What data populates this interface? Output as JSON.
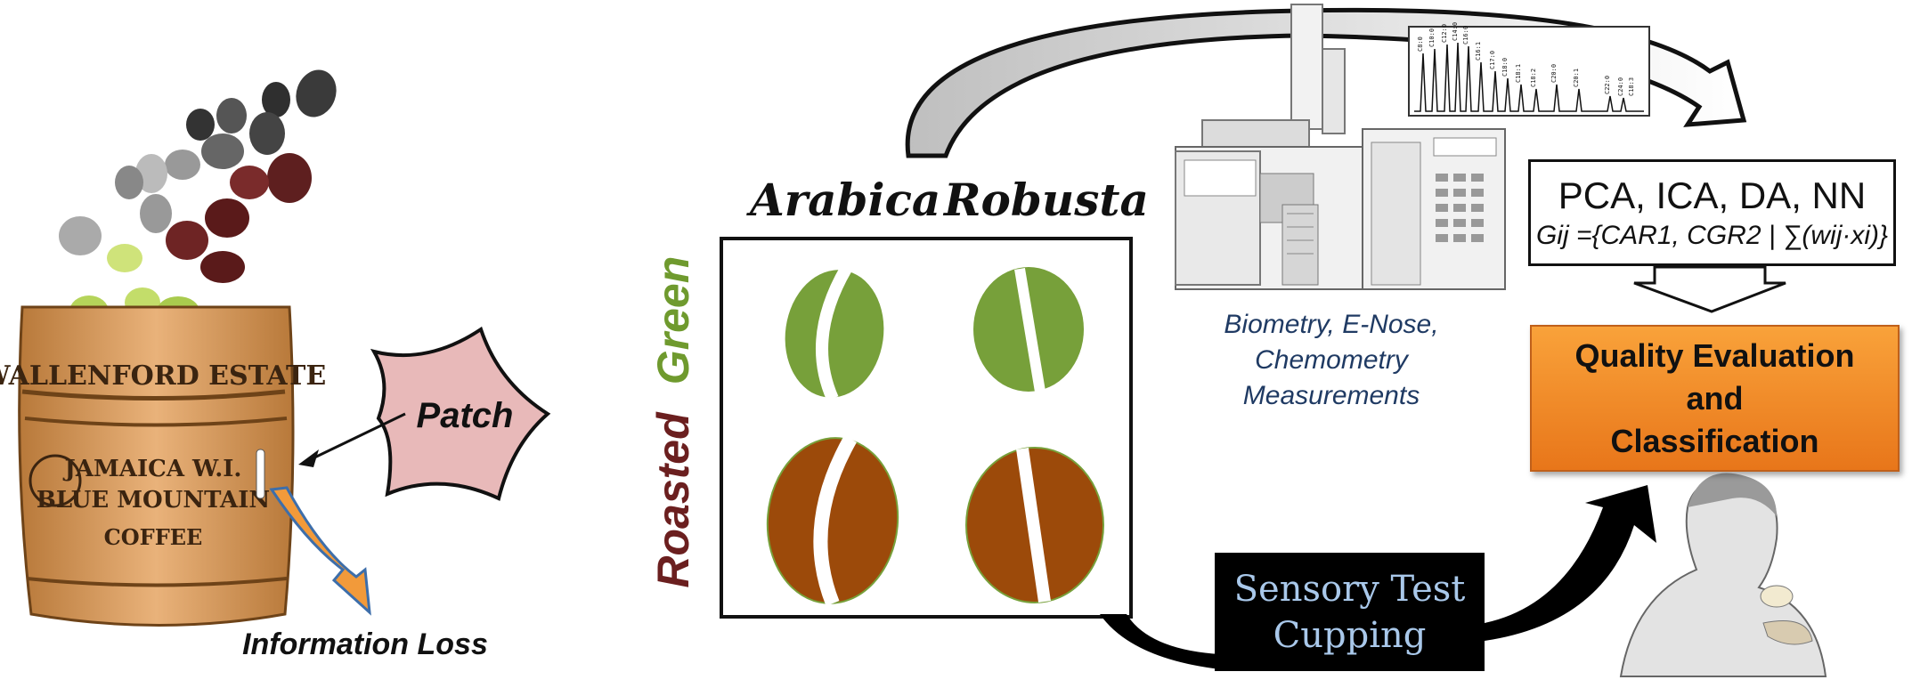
{
  "left_panel": {
    "barrel_text": [
      "WALLENFORD ESTATE",
      "JAMAICA W.I.",
      "BLUE MOUNTAIN",
      "COFFEE"
    ],
    "patch_label": "Patch",
    "info_loss_label": "Information Loss"
  },
  "grid": {
    "col_labels": [
      "Arabica",
      "Robusta"
    ],
    "row_labels": [
      "Green",
      "Roasted"
    ],
    "colors": {
      "green_bean": "#77a03a",
      "roasted_bean": "#9c4a0a",
      "green_label": "#6f9a2e",
      "roasted_label": "#6b1f1f"
    }
  },
  "measurements": {
    "label_lines": [
      "Biometry, E-Nose,",
      "Chemometry",
      "Measurements"
    ]
  },
  "chromatogram": {
    "peak_labels": [
      "C8:0",
      "C10:0",
      "C12:0",
      "C14:0",
      "C16:0",
      "C16:1",
      "C17:0",
      "C18:0",
      "C18:1",
      "C18:2",
      "C20:0",
      "C20:1",
      "C22:0",
      "C24:0",
      "C18:3"
    ]
  },
  "methods": {
    "title": "PCA, ICA, DA, NN",
    "formula": "Gij ={CAR1, CGR2 | ∑(wij·xi)}"
  },
  "quality": {
    "lines": [
      "Quality Evaluation",
      "and",
      "Classification"
    ],
    "color": "#f08a24"
  },
  "sensory": {
    "lines": [
      "Sensory Test",
      "Cupping"
    ],
    "text_color": "#a9c8ea"
  }
}
